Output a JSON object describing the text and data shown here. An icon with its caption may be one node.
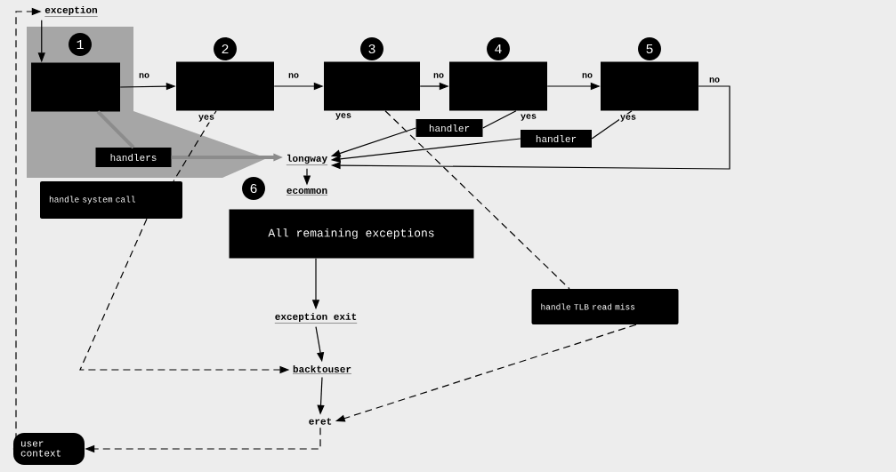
{
  "diagram": {
    "nodes": [
      {
        "text": [
          "exception"
        ]
      },
      {
        "text": [],
        "shape": "box",
        "beside": [
          "1"
        ]
      },
      {
        "text": [],
        "shape": "box",
        "beside": [
          "2"
        ]
      },
      {
        "text": [],
        "shape": "box",
        "beside": [
          "3"
        ]
      },
      {
        "text": [],
        "shape": "box",
        "beside": [
          "4"
        ]
      },
      {
        "text": [],
        "shape": "box",
        "beside": [
          "5"
        ]
      },
      {
        "text": [
          "handlers"
        ]
      },
      {
        "text": [
          "longway"
        ]
      },
      {
        "text": [
          "handler"
        ]
      },
      {
        "text": [
          "handler"
        ]
      },
      {
        "text": [
          "handle system call"
        ]
      },
      {
        "text": [
          "ecommon",
          "All remaining exceptions"
        ],
        "beside": [
          "6"
        ]
      },
      {
        "text": [
          "exception exit"
        ]
      },
      {
        "text": [
          "backtouser"
        ]
      },
      {
        "text": [
          "eret"
        ]
      },
      {
        "text": [
          "user context"
        ]
      },
      {
        "text": [
          "handle TLB read miss"
        ]
      }
    ],
    "edges": [
      {
        "from": 0,
        "to": 1,
        "arrow": "to"
      },
      {
        "from": 1,
        "to": 2,
        "arrow": "to",
        "label": "no"
      },
      {
        "from": 2,
        "to": 3,
        "arrow": "to",
        "label": "no"
      },
      {
        "from": 3,
        "to": 4,
        "arrow": "to",
        "label": "no"
      },
      {
        "from": 4,
        "to": 5,
        "arrow": "to",
        "label": "no"
      },
      {
        "from": 5,
        "to": 7,
        "arrow": "to",
        "label": "no"
      },
      {
        "from": 1,
        "to": 6,
        "arrow": "none",
        "style": "thick",
        "color": "#8c8c8c"
      },
      {
        "from": 6,
        "to": 7,
        "arrow": "to",
        "style": "thick",
        "color": "#8c8c8c"
      },
      {
        "from": 4,
        "to": 8,
        "arrow": "none",
        "label": "yes"
      },
      {
        "from": 8,
        "to": 7,
        "arrow": "to"
      },
      {
        "from": 5,
        "to": 9,
        "arrow": "none",
        "label": "yes"
      },
      {
        "from": 9,
        "to": 7,
        "arrow": "to"
      },
      {
        "from": 2,
        "to": 10,
        "arrow": "none",
        "label": "yes",
        "style": "dashed"
      },
      {
        "from": 10,
        "to": 13,
        "arrow": "to",
        "style": "dashed"
      },
      {
        "from": 3,
        "to": 16,
        "arrow": "none",
        "label": "yes",
        "style": "dashed"
      },
      {
        "from": 16,
        "to": 14,
        "arrow": "to",
        "style": "dashed"
      },
      {
        "from": 7,
        "to": 11,
        "arrow": "to"
      },
      {
        "from": 11,
        "to": 12,
        "arrow": "to"
      },
      {
        "from": 12,
        "to": 13,
        "arrow": "to"
      },
      {
        "from": 13,
        "to": 14,
        "arrow": "to"
      },
      {
        "from": 14,
        "to": 15,
        "arrow": "to",
        "style": "dashed"
      },
      {
        "from": 15,
        "to": 0,
        "arrow": "to",
        "style": "dashed"
      }
    ]
  }
}
